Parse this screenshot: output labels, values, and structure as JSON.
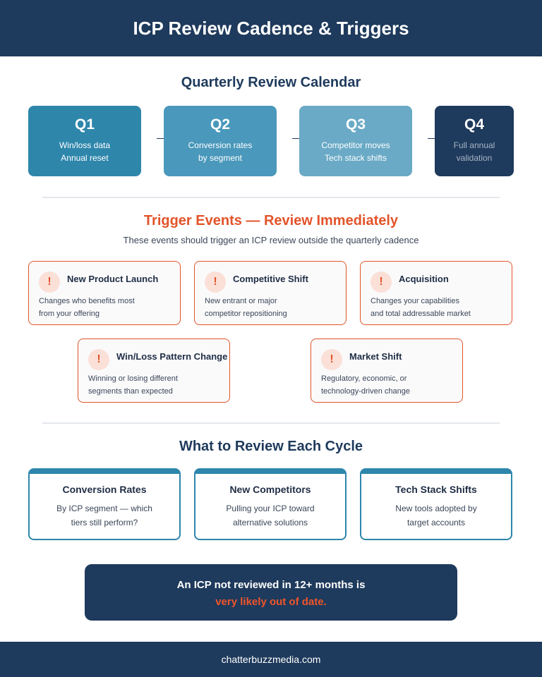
{
  "header": {
    "title": "ICP Review Cadence & Triggers"
  },
  "calendar": {
    "title": "Quarterly Review Calendar",
    "quarters": [
      {
        "label": "Q1",
        "lines": [
          "Win/loss data",
          "Annual reset"
        ]
      },
      {
        "label": "Q2",
        "lines": [
          "Conversion rates",
          "by segment"
        ]
      },
      {
        "label": "Q3",
        "lines": [
          "Competitor moves",
          "Tech stack shifts"
        ]
      },
      {
        "label": "Q4",
        "lines": [
          "Full annual",
          "validation"
        ]
      }
    ]
  },
  "triggers": {
    "title": "Trigger Events — Review Immediately",
    "subtitle": "These events should trigger an ICP review outside the quarterly cadence",
    "icon_glyph": "!",
    "items": [
      {
        "title": "New Product Launch",
        "desc": [
          "Changes who benefits most",
          "from your offering"
        ]
      },
      {
        "title": "Competitive Shift",
        "desc": [
          "New entrant or major",
          "competitor repositioning"
        ]
      },
      {
        "title": "Acquisition",
        "desc": [
          "Changes your capabilities",
          "and total addressable market"
        ]
      },
      {
        "title": "Win/Loss Pattern Change",
        "desc": [
          "Winning or losing different",
          "segments than expected"
        ]
      },
      {
        "title": "Market Shift",
        "desc": [
          "Regulatory, economic, or",
          "technology-driven change"
        ]
      }
    ]
  },
  "review": {
    "title": "What to Review Each Cycle",
    "items": [
      {
        "title": "Conversion Rates",
        "desc": [
          "By ICP segment — which",
          "tiers still perform?"
        ]
      },
      {
        "title": "New Competitors",
        "desc": [
          "Pulling your ICP toward",
          "alternative solutions"
        ]
      },
      {
        "title": "Tech Stack Shifts",
        "desc": [
          "New tools adopted by",
          "target accounts"
        ]
      }
    ]
  },
  "callout": {
    "line1": "An ICP not reviewed in 12+ months is",
    "line2": "very likely out of date."
  },
  "footer": {
    "text": "chatterbuzzmedia.com"
  },
  "colors": {
    "navy": "#1e3a5c",
    "accent_orange": "#e2542a",
    "q1": "#2e86ab",
    "q2": "#4a98bb",
    "q3": "#6aaac6",
    "q4": "#1e3a5c"
  }
}
